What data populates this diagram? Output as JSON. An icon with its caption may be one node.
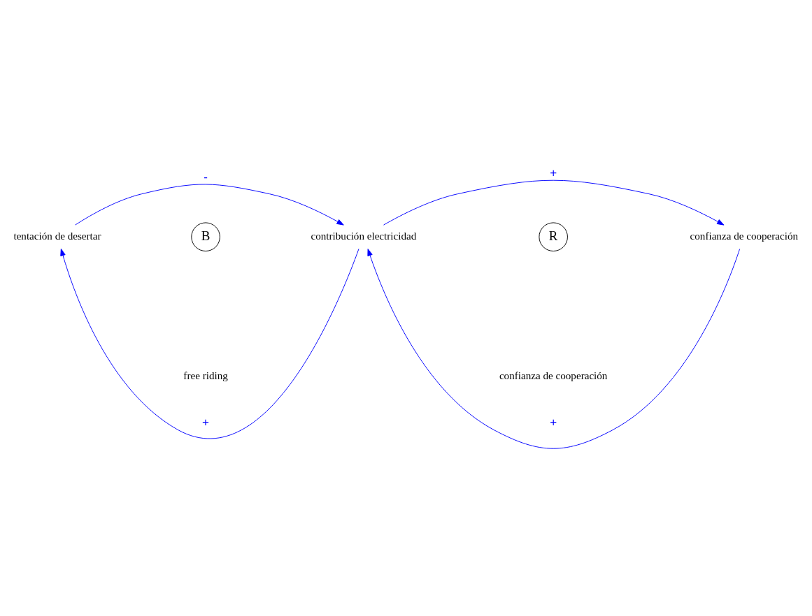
{
  "diagram": {
    "nodes": [
      {
        "text": [
          "tentación de desertar"
        ]
      },
      {
        "text": [
          "contribución electricidad"
        ]
      },
      {
        "text": [
          "confianza de cooperación"
        ]
      }
    ],
    "edges": [
      {
        "from": 1,
        "to": 0,
        "arrow": "to",
        "label": "+"
      },
      {
        "from": 0,
        "to": 1,
        "arrow": "to",
        "label": "-"
      },
      {
        "from": 1,
        "to": 2,
        "arrow": "to",
        "label": "+"
      },
      {
        "from": 2,
        "to": 1,
        "arrow": "to",
        "label": "+"
      }
    ],
    "labels": [
      "B",
      "free riding",
      "R",
      "confianza de cooperación"
    ]
  }
}
